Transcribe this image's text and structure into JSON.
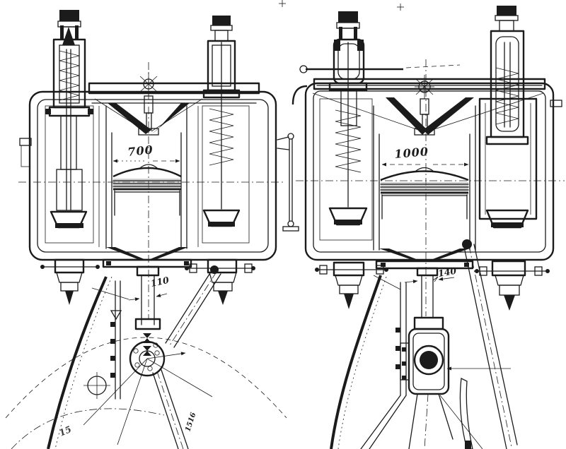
{
  "canvas": {
    "background": "#ffffff",
    "ink": "#1b1b1b"
  },
  "left_engine": {
    "bore_dimension": "700",
    "stem_dimension": "110",
    "frame_tube_mark": "1516",
    "corner_mark": "15"
  },
  "right_engine": {
    "bore_dimension": "1000",
    "stem_dimension": "140"
  }
}
